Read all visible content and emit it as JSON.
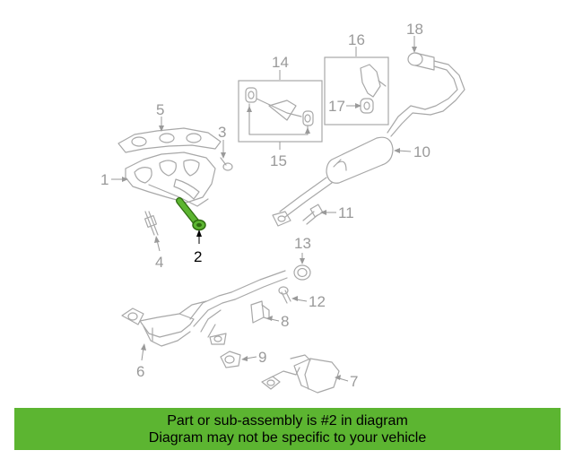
{
  "diagram": {
    "callouts": [
      "1",
      "2",
      "3",
      "4",
      "5",
      "6",
      "7",
      "8",
      "9",
      "10",
      "11",
      "12",
      "13",
      "14",
      "15",
      "16",
      "17",
      "18"
    ],
    "highlighted_part": "2",
    "highlight_color": "#5cb531",
    "line_color": "#a8a8a8"
  },
  "banner": {
    "line1": "Part or sub-assembly is #2 in diagram",
    "line2": "Diagram may not be specific to your vehicle",
    "background": "#5cb531"
  }
}
